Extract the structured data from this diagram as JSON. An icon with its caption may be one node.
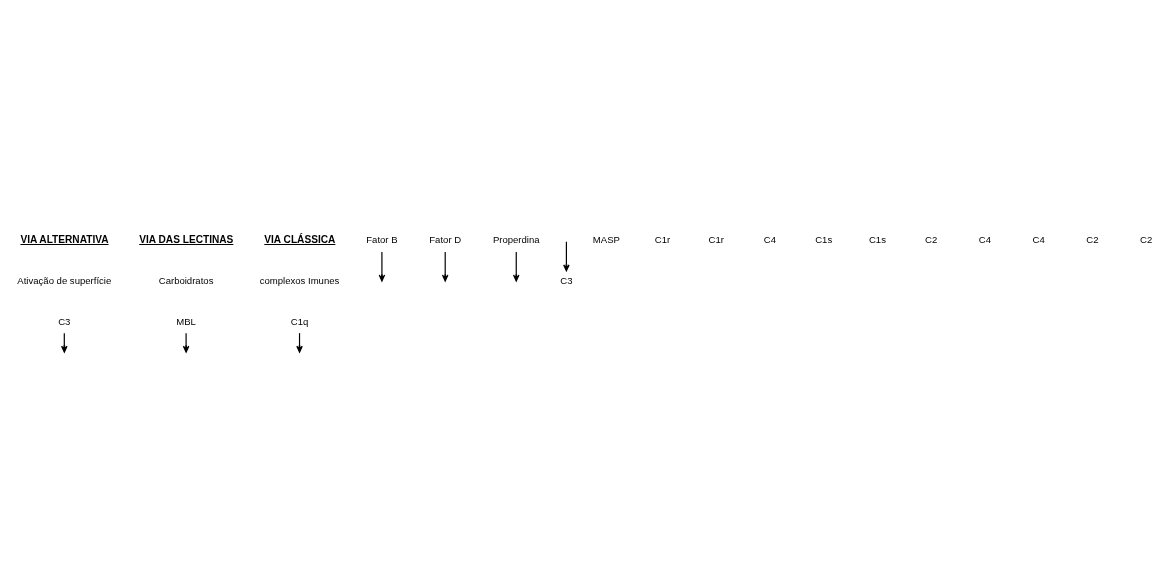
{
  "diagram": {
    "nodes": [
      {
        "text": [
          "C3"
        ]
      },
      {
        "text": [
          "Fator B"
        ]
      },
      {
        "text": [
          "Fator D"
        ]
      },
      {
        "text": [
          "Properdina"
        ]
      },
      {
        "text": [
          "MBL"
        ]
      },
      {
        "text": [
          "C1q"
        ]
      },
      {
        "text": [
          "C3"
        ]
      }
    ],
    "edges": [
      {
        "from": 0,
        "to": null,
        "arrow": "to"
      },
      {
        "from": 1,
        "to": null,
        "arrow": "to"
      },
      {
        "from": 2,
        "to": null,
        "arrow": "to"
      },
      {
        "from": 3,
        "to": null,
        "arrow": "to"
      },
      {
        "from": 4,
        "to": null,
        "arrow": "to"
      },
      {
        "from": 5,
        "to": null,
        "arrow": "to"
      },
      {
        "from": null,
        "to": 6,
        "arrow": "to"
      }
    ],
    "labels": [
      "VIA ALTERNATIVA",
      "VIA DAS LECTINAS",
      "VIA CLÁSSICA",
      "Ativação de superfície",
      "Carboidratos",
      "complexos Imunes",
      "MASP",
      "C1r",
      "C1r",
      "C4",
      "C1s",
      "C1s",
      "C2",
      "C4",
      "C4",
      "C2",
      "C2"
    ]
  }
}
